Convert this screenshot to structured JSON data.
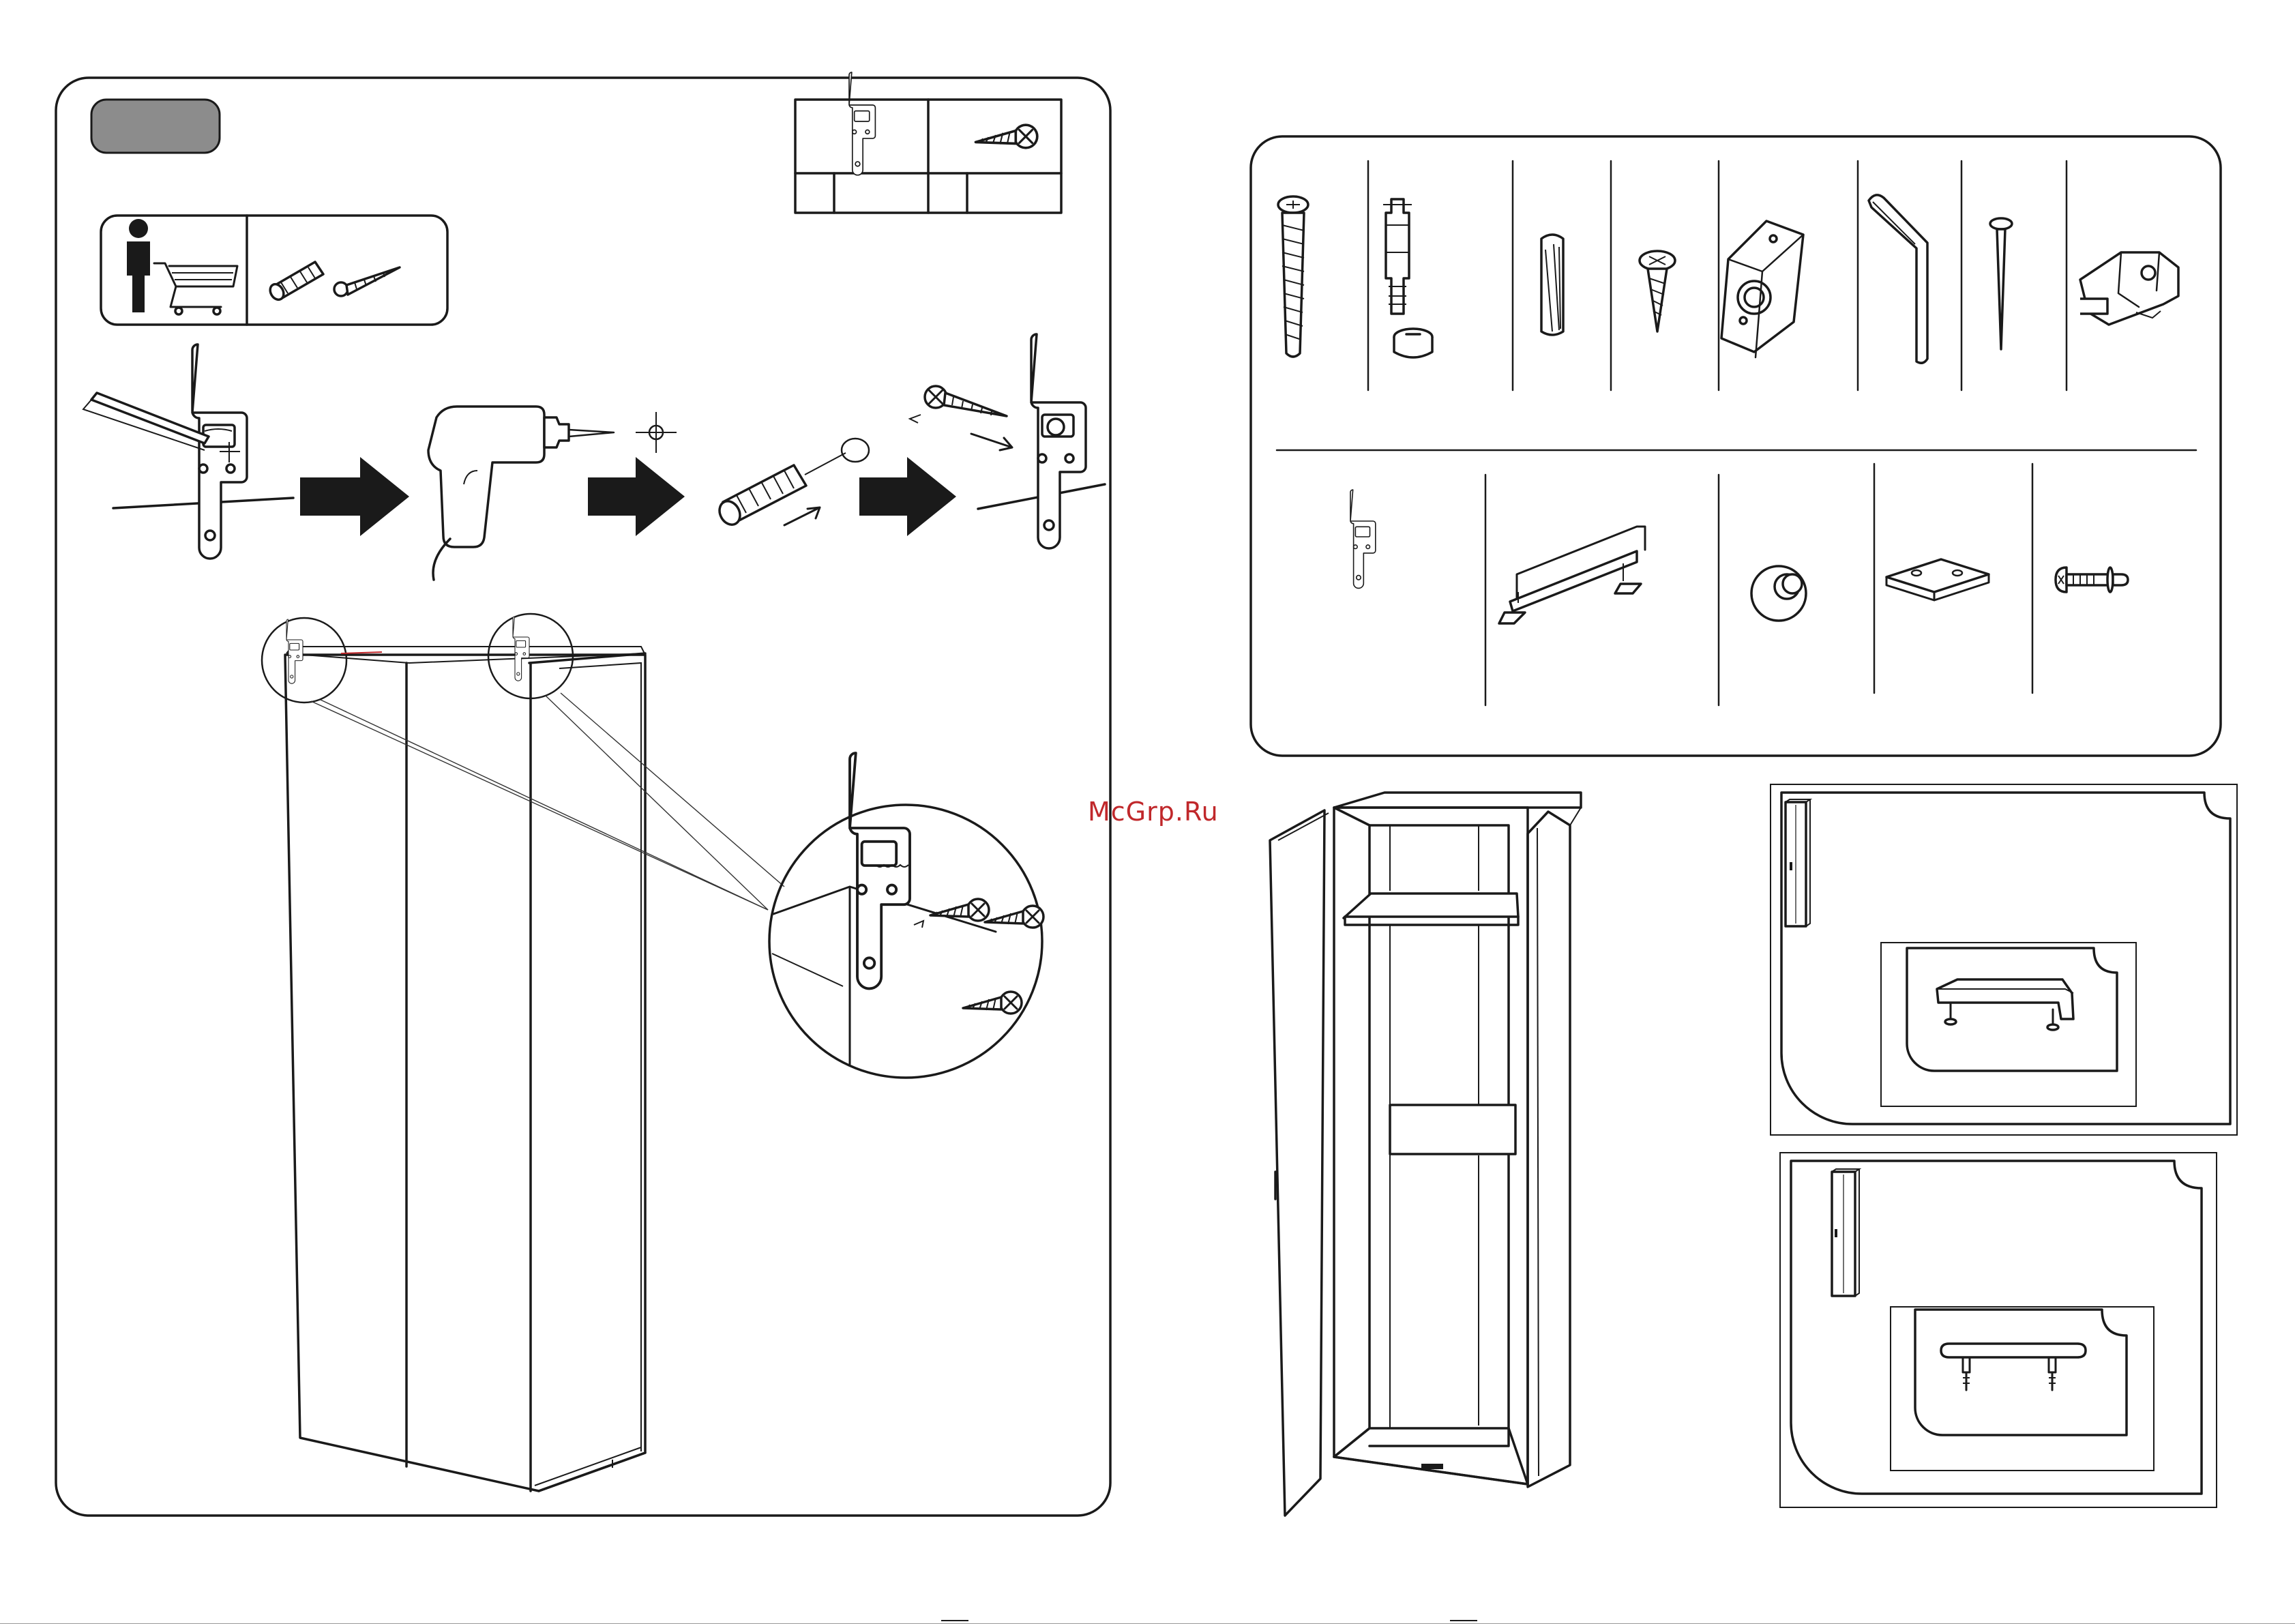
{
  "watermark": "McGrp.Ru",
  "colors": {
    "line": "#1a1a1a",
    "badge": "#8c8c8c",
    "watermark": "#c0282b"
  },
  "icons": {
    "step_badge": "grey-rounded-badge",
    "helper": "person-with-cart-icon",
    "fixings": "dowel-and-screw-icon",
    "step1": "bracket-marking-pencil-icon",
    "step2": "power-drill-icon",
    "step3": "wall-plug-insert-icon",
    "step4": "bracket-screwed-to-wall-icon",
    "detail": "bracket-detail-magnifier-icon"
  },
  "parts_top_row": [
    "wall-plug-screw",
    "cam-bolt-and-lock",
    "wooden-dowel",
    "wood-screw",
    "hinge-base-plate",
    "allen-key",
    "nail",
    "concealed-hinge"
  ],
  "parts_bottom_row": [
    "wall-bracket",
    "shelf-rail",
    "door-knob",
    "connector-plate",
    "handle-bolt"
  ]
}
